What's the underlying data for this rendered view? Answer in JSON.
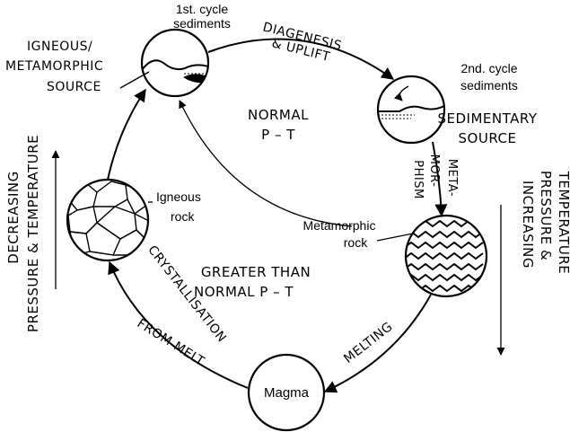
{
  "nodes": {
    "igneous_metamorphic_source": {
      "line1": "IGNEOUS/",
      "line2": "METAMORPHIC",
      "line3": "SOURCE"
    },
    "first_cycle": {
      "line1": "1st. cycle",
      "line2": "sediments"
    },
    "second_cycle": {
      "line1": "2nd. cycle",
      "line2": "sediments"
    },
    "sedimentary_source": {
      "line1": "SEDIMENTARY",
      "line2": "SOURCE"
    },
    "igneous_rock": {
      "line1": "Igneous",
      "line2": "rock"
    },
    "metamorphic_rock": {
      "line1": "Metamorphic",
      "line2": "rock"
    },
    "magma": {
      "label": "Magma"
    }
  },
  "processes": {
    "diagenesis": {
      "line1": "DIAGENESIS",
      "line2": "& UPLIFT"
    },
    "metamorphism": {
      "line1": "META-",
      "line2": "MOR-",
      "line3": "PHISM"
    },
    "melting": "MELTING",
    "crystallisation": {
      "line1": "CRYSTALLISATION",
      "line2": "FROM MELT"
    }
  },
  "regions": {
    "normal": {
      "line1": "NORMAL",
      "line2": "P – T"
    },
    "greater": {
      "line1": "GREATER THAN",
      "line2": "NORMAL   P – T"
    }
  },
  "side_labels": {
    "left": {
      "line1": "DECREASING",
      "line2": "PRESSURE & TEMPERATURE"
    },
    "right": {
      "line1": "INCREASING",
      "line2": "PRESSURE &",
      "line3": "TEMPERATURE"
    }
  }
}
